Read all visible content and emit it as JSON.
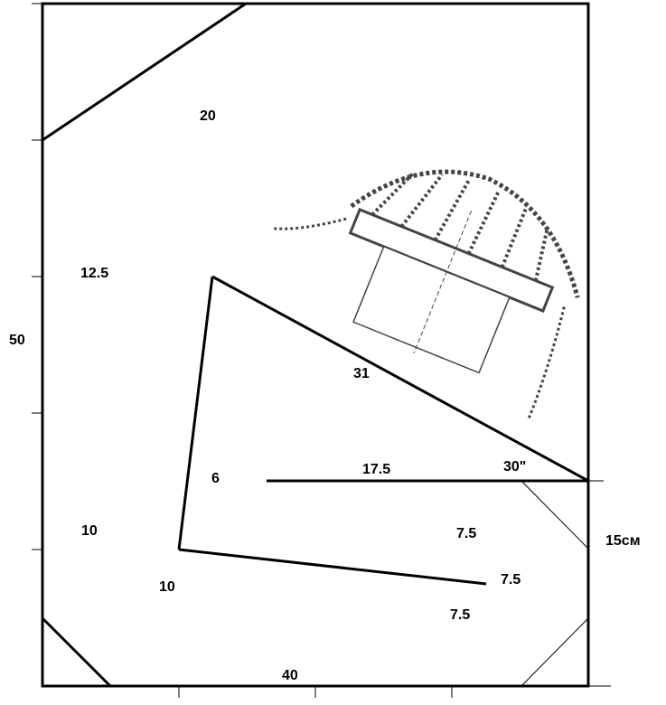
{
  "labels": {
    "top_area": "20",
    "left_upper": "12.5",
    "height_total": "50",
    "hypotenuse": "31",
    "short_side": "6",
    "horizontal": "17.5",
    "angle": "30\"",
    "left_lower": "10",
    "right_mid": "7.5",
    "right_side": "15см",
    "bottom_left": "10",
    "tip": "7.5",
    "bottom_right": "7.5",
    "width_total": "40"
  },
  "colors": {
    "line": "#000000",
    "sketch": "#555555"
  },
  "illustration": "lamp-sketch"
}
